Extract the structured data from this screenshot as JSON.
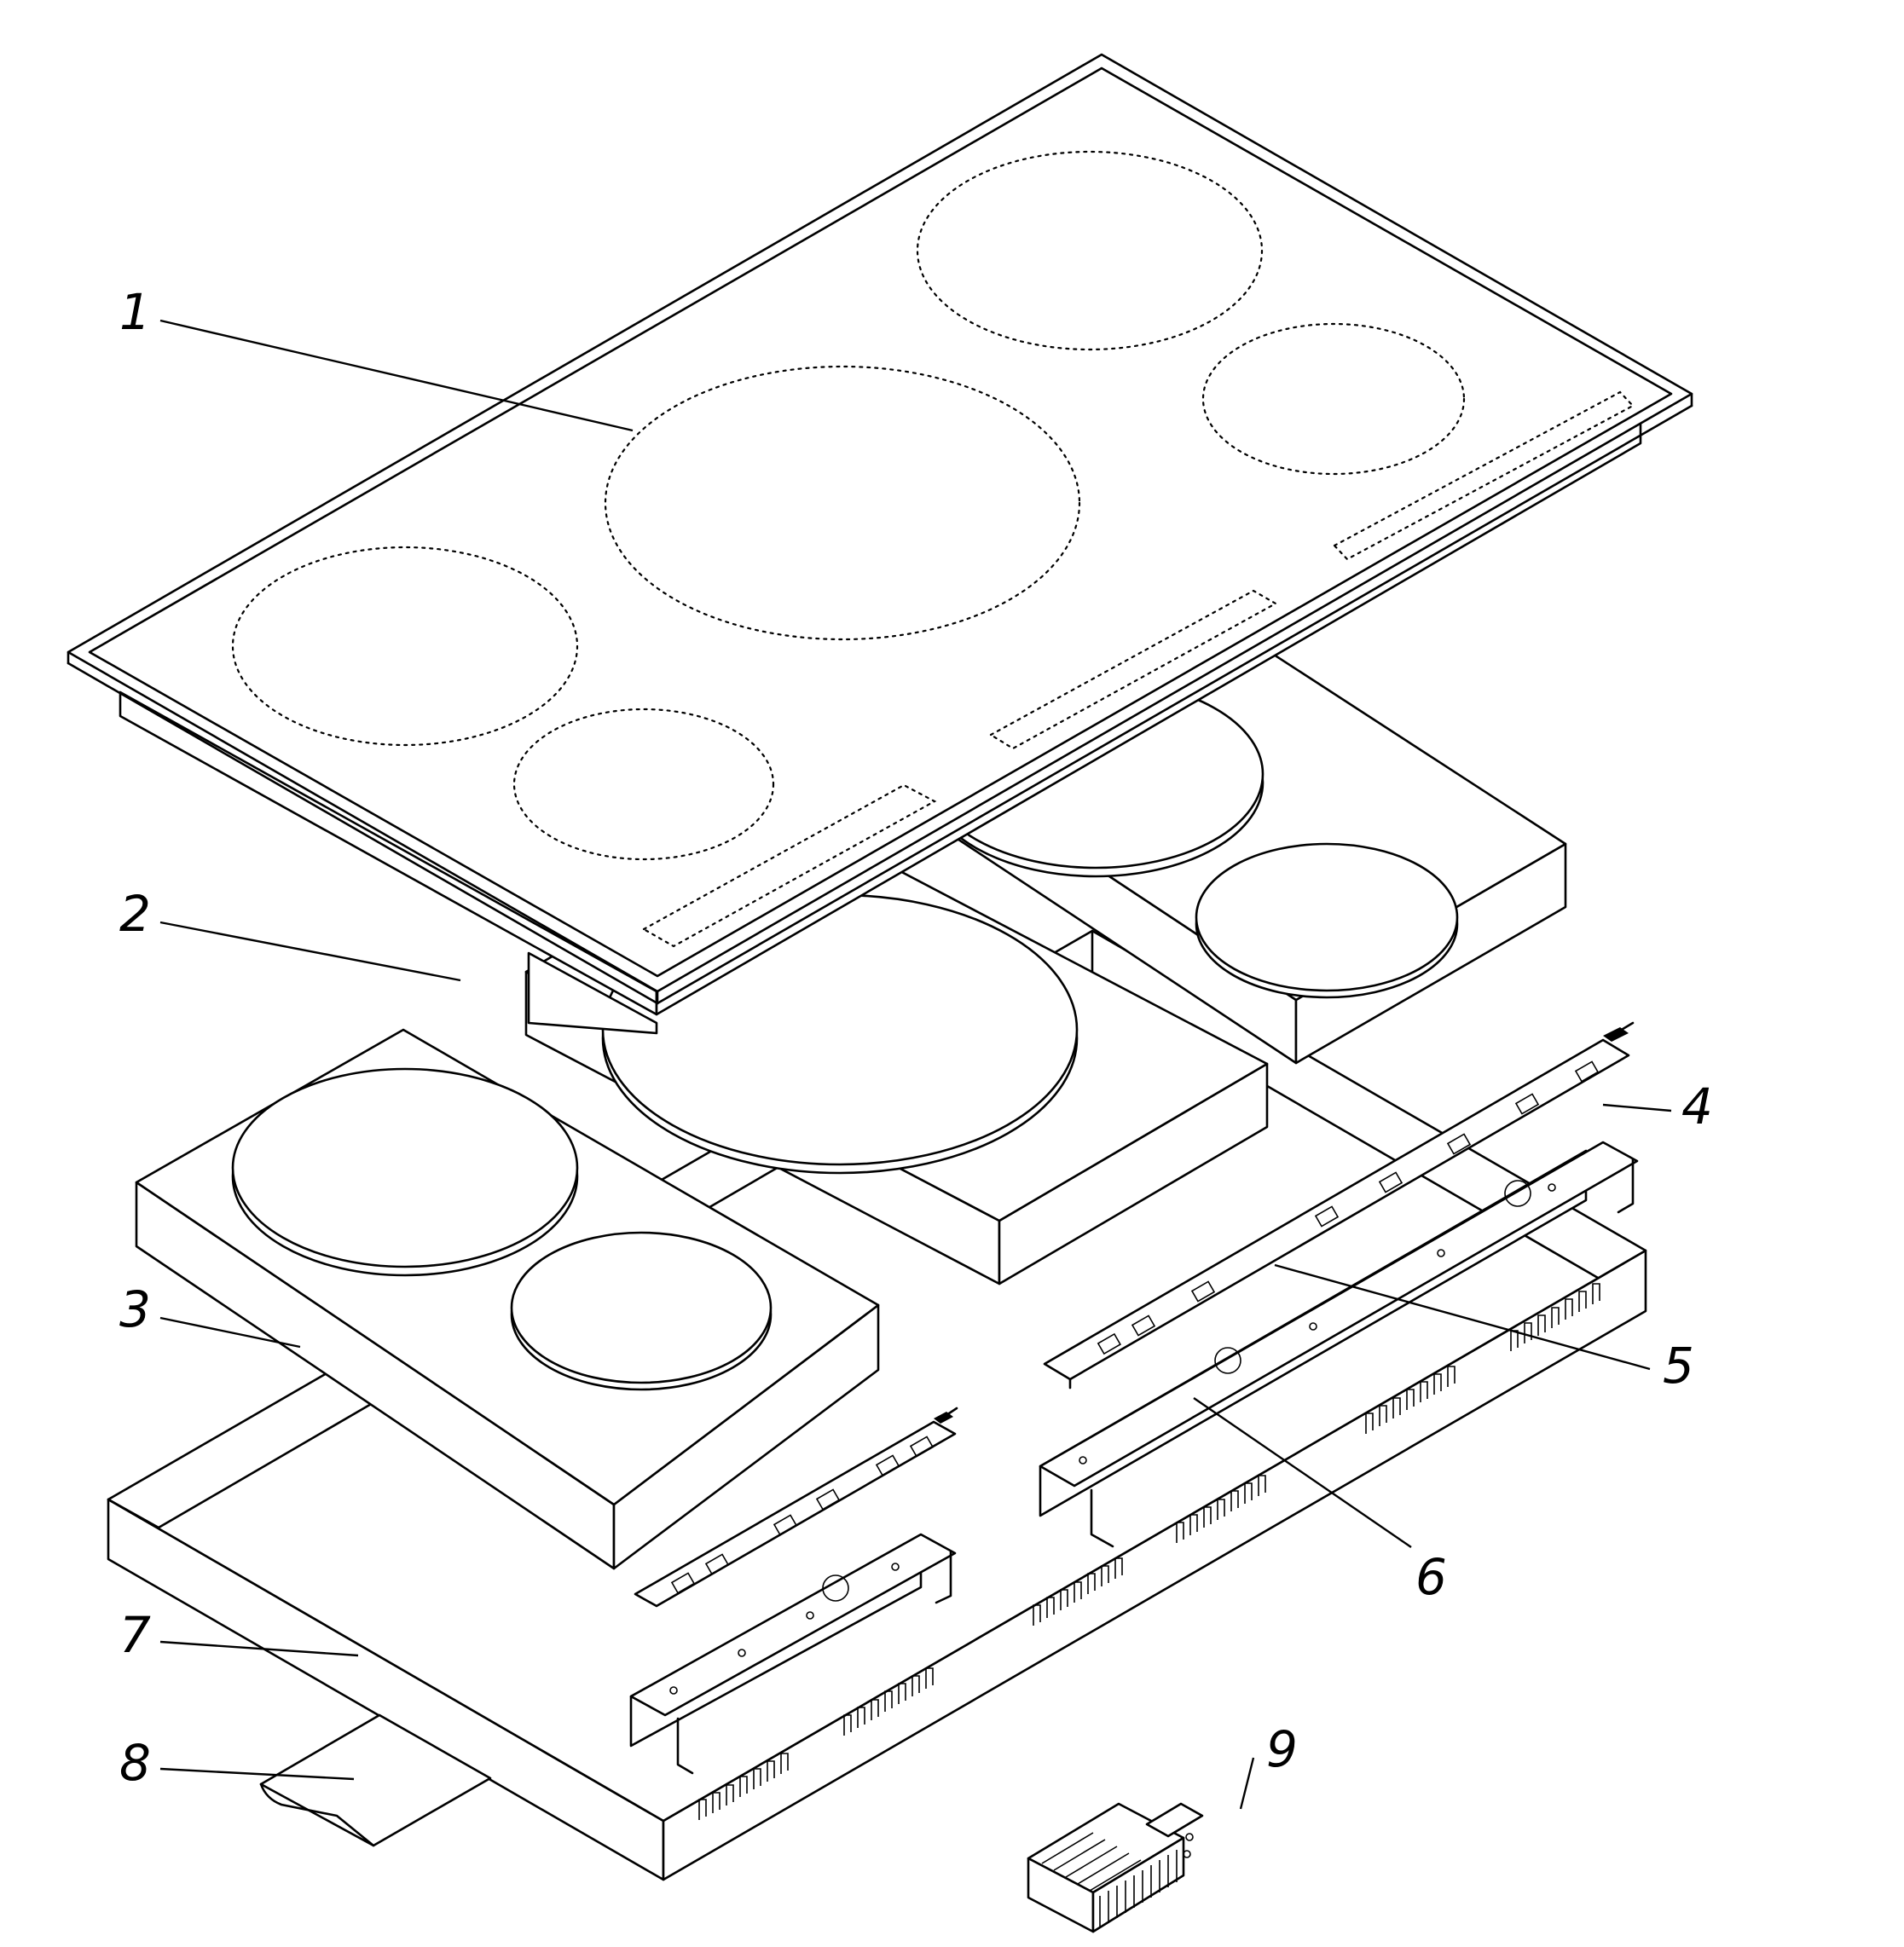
{
  "figure": {
    "subject": "induction-hob-exploded-view",
    "line_color": "#000000",
    "background": "#ffffff"
  },
  "callouts": [
    {
      "id": "1",
      "label": "1"
    },
    {
      "id": "2",
      "label": "2"
    },
    {
      "id": "3",
      "label": "3"
    },
    {
      "id": "4",
      "label": "4"
    },
    {
      "id": "5",
      "label": "5"
    },
    {
      "id": "6",
      "label": "6"
    },
    {
      "id": "7",
      "label": "7"
    },
    {
      "id": "8",
      "label": "8"
    },
    {
      "id": "9",
      "label": "9"
    }
  ]
}
